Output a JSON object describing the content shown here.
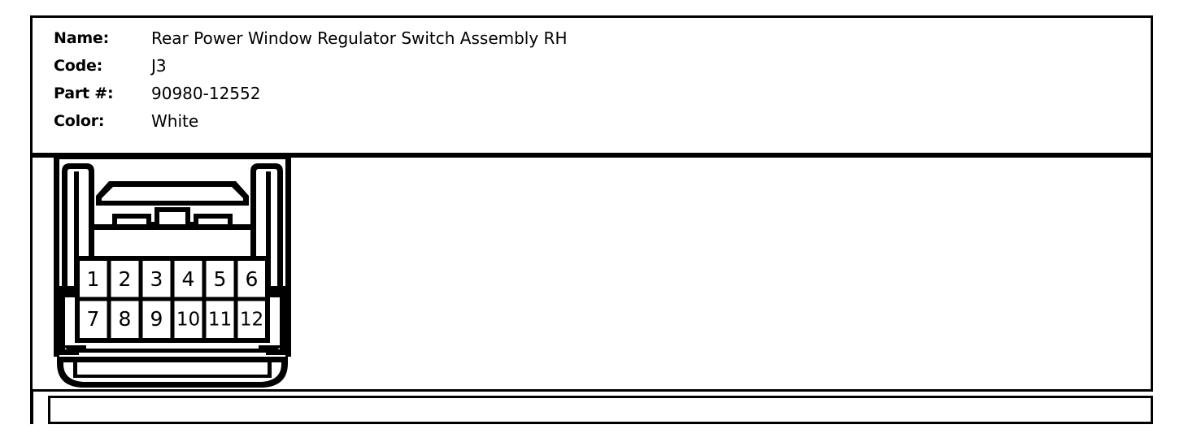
{
  "info": {
    "rows": [
      {
        "label": "Name:",
        "value": "Rear Power Window Regulator Switch Assembly RH"
      },
      {
        "label": "Code:",
        "value": "J3"
      },
      {
        "label": "Part #:",
        "value": "90980-12552"
      },
      {
        "label": "Color:",
        "value": "White"
      }
    ]
  },
  "connector": {
    "name": "connector-face-diagram",
    "pin_count": 12,
    "rows": 2,
    "columns": 6,
    "pins_top": [
      "1",
      "2",
      "3",
      "4",
      "5",
      "6"
    ],
    "pins_bottom": [
      "7",
      "8",
      "9",
      "10",
      "11",
      "12"
    ],
    "line_color": "#000000",
    "fill_color": "#ffffff"
  }
}
